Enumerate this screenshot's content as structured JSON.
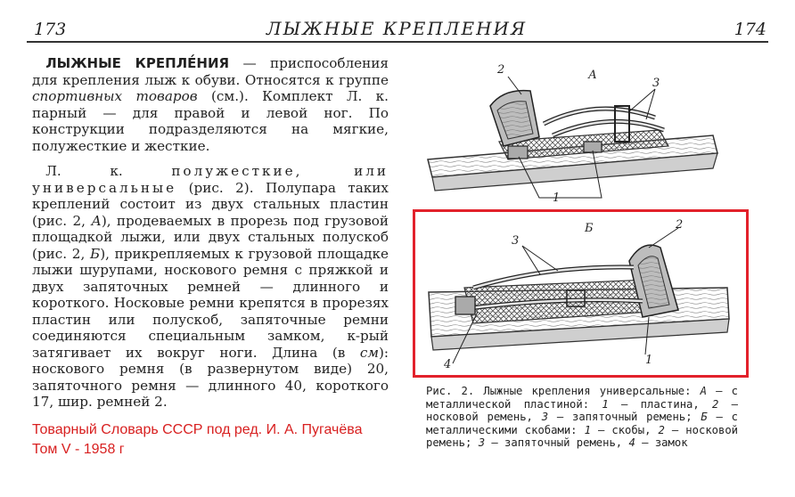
{
  "header": {
    "page_left": "173",
    "title": "ЛЫЖНЫЕ КРЕПЛЕНИЯ",
    "page_right": "174"
  },
  "article": {
    "headword": "ЛЫЖНЫЕ КРЕПЛЕ́НИЯ",
    "p1_after_headword": " — приспособления для крепления лыж к обуви. Относятся к группе ",
    "p1_link": "спортивных товаров",
    "p1_end": " (см.). Комплект Л. к. парный — для правой и левой ног. По конструкции подразделяются на мягкие, полужесткие и жесткие.",
    "p2_start": "Л. к. ",
    "p2_term": "полужесткие, или универсальные",
    "p2_mid": " (рис. 2). Полупара таких креплений состоит из двух стальных пластин (рис. 2, ",
    "p2_ref_a": "А",
    "p2_mid2": "), продеваемых в прорезь под грузовой площадкой лыжи, или двух стальных полускоб (рис. 2, ",
    "p2_ref_b": "Б",
    "p2_mid3": "), прикрепляемых к грузовой площадке лыжи шурупами, носкового ремня с пряжкой и двух запяточных ремней — длинного и короткого. Носковые ремни крепятся в прорезях пластин или полускоб, запяточные ремни соединяются специальным замком, к-рый затягивает их вокруг ноги. Длина (в ",
    "p2_unit": "см",
    "p2_end": "): носкового ремня (в развернутом виде) 20, запяточного ремня — длинного 40, короткого 17, шир. ремней 2."
  },
  "citation": {
    "line1": "Товарный Словарь СССР под ред. И. А. Пугачёва",
    "line2": "Том V - 1958 г"
  },
  "figure_a": {
    "letter": "А",
    "labels": [
      "2",
      "3",
      "1"
    ]
  },
  "figure_b": {
    "letter": "Б",
    "labels": [
      "3",
      "2",
      "4",
      "1"
    ]
  },
  "caption": {
    "fig": "Рис. 2.",
    "title": " Лыжные крепления универсальные: ",
    "a_letter": "А",
    "a_text": " — с металлической пластиной: ",
    "a1_num": "1",
    "a1_text": " — пластина, ",
    "a2_num": "2",
    "a2_text": " — носковой ремень, ",
    "a3_num": "3",
    "a3_text": " — запяточный ремень; ",
    "b_letter": "Б",
    "b_text": " — с металлическими скобами: ",
    "b1_num": "1",
    "b1_text": " — скобы, ",
    "b2_num": "2",
    "b2_text": " — носковой ремень; ",
    "b3_num": "3",
    "b3_text": " — запяточный ремень, ",
    "b4_num": "4",
    "b4_text": " — замок"
  },
  "colors": {
    "citation_text": "#d82020",
    "highlight_frame": "#e2212b"
  }
}
